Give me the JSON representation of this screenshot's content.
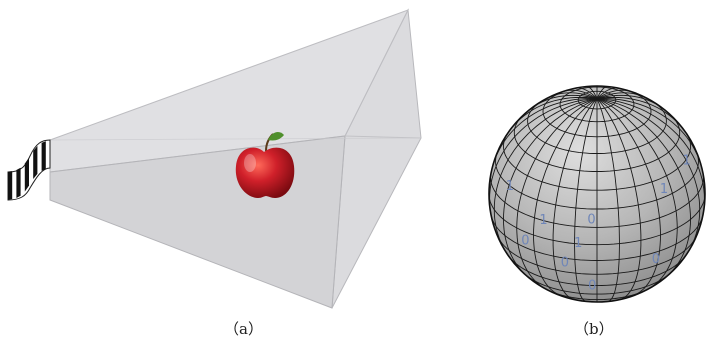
{
  "panels": {
    "a": {
      "caption": "（a）"
    },
    "b": {
      "caption": "（b）",
      "labels": [
        {
          "text": "1",
          "lat": 18,
          "lon": -58
        },
        {
          "text": "1",
          "lat": 8,
          "lon": -30
        },
        {
          "text": "0",
          "lat": 12,
          "lon": -3
        },
        {
          "text": "1",
          "lat": 22,
          "lon": 42
        },
        {
          "text": "1",
          "lat": 28,
          "lon": 70
        },
        {
          "text": "0",
          "lat": -8,
          "lon": -42
        },
        {
          "text": "1",
          "lat": -2,
          "lon": -10
        },
        {
          "text": "0",
          "lat": -16,
          "lon": -18
        },
        {
          "text": "0",
          "lat": -18,
          "lon": 35
        },
        {
          "text": "0",
          "lat": -34,
          "lon": -3
        }
      ]
    }
  },
  "colors": {
    "frustum": "#c8c8cb",
    "frustum_edge": "#b0b0b4",
    "sphere_fill": "#b4b4b4",
    "sphere_grid": "#1a1a1a",
    "sphere_label": "#6f86b8",
    "apple": "#c0161d",
    "leaf": "#4f8f2c"
  }
}
